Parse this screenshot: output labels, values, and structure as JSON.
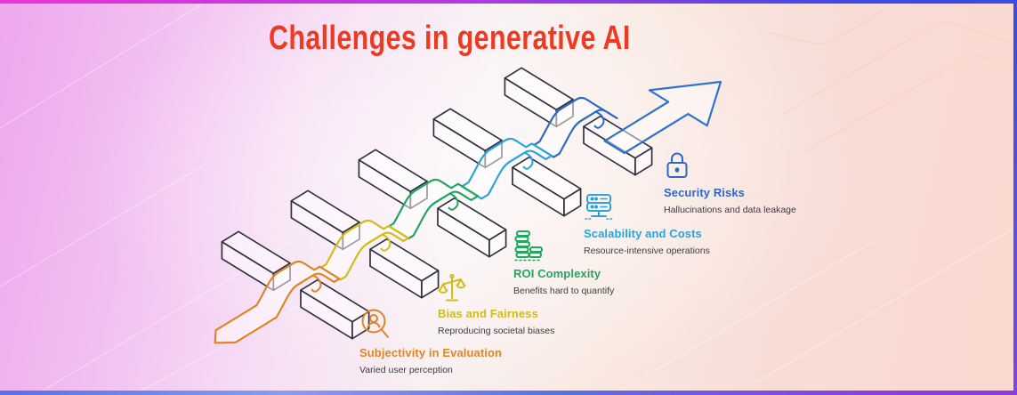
{
  "title": {
    "text": "Challenges in generative AI",
    "color": "#ee3a21"
  },
  "challenges": [
    {
      "label": "Subjectivity in Evaluation",
      "description": "Varied user perception",
      "color": "#dd8527",
      "icon": "user-search"
    },
    {
      "label": "Bias and Fairness",
      "description": "Reproducing societal biases",
      "color": "#d2bd15",
      "icon": "balance-scale"
    },
    {
      "label": "ROI Complexity",
      "description": "Benefits hard to quantify",
      "color": "#22a55e",
      "icon": "coin-stacks"
    },
    {
      "label": "Scalability and Costs",
      "description": "Resource-intensive operations",
      "color": "#2ba4d8",
      "icon": "server-rack"
    },
    {
      "label": "Security Risks",
      "description": "Hallucinations and data leakage",
      "color": "#2d68c5",
      "icon": "padlock"
    }
  ],
  "diagram": {
    "arrow_color": "#2e74cf",
    "block_outline": "#343044",
    "description_text_color": "#3f3a40"
  },
  "borders": {
    "top": [
      "#e835d6",
      "#3b4ae2"
    ],
    "right": "#4450e4",
    "bottom": [
      "#5572e8",
      "#8e3ddc"
    ]
  }
}
